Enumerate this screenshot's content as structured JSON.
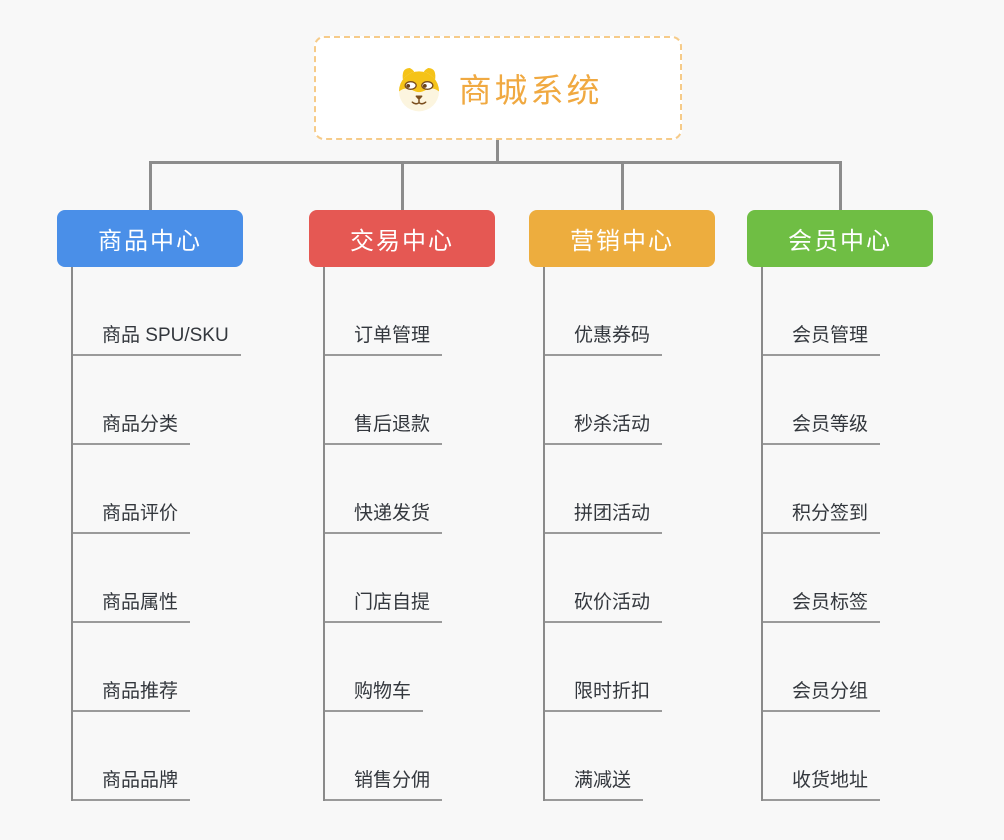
{
  "root": {
    "title": "商城系统",
    "icon": "dog-face-icon"
  },
  "branches": [
    {
      "id": "product-center",
      "label": "商品中心",
      "color": "#4a8fe8",
      "items": [
        "商品 SPU/SKU",
        "商品分类",
        "商品评价",
        "商品属性",
        "商品推荐",
        "商品品牌"
      ]
    },
    {
      "id": "trade-center",
      "label": "交易中心",
      "color": "#e55853",
      "items": [
        "订单管理",
        "售后退款",
        "快递发货",
        "门店自提",
        "购物车",
        "销售分佣"
      ]
    },
    {
      "id": "marketing-center",
      "label": "营销中心",
      "color": "#edad3e",
      "items": [
        "优惠券码",
        "秒杀活动",
        "拼团活动",
        "砍价活动",
        "限时折扣",
        "满减送"
      ]
    },
    {
      "id": "member-center",
      "label": "会员中心",
      "color": "#6fbe44",
      "items": [
        "会员管理",
        "会员等级",
        "积分签到",
        "会员标签",
        "会员分组",
        "收货地址"
      ]
    }
  ],
  "palette": {
    "background": "#f8f8f8",
    "root_border": "#f6cb89",
    "root_text": "#f0a941",
    "connector": "#8c8c8c",
    "trunk": "#8a8a8a",
    "underline": "#9a9a9a",
    "item_text": "#33373d"
  }
}
